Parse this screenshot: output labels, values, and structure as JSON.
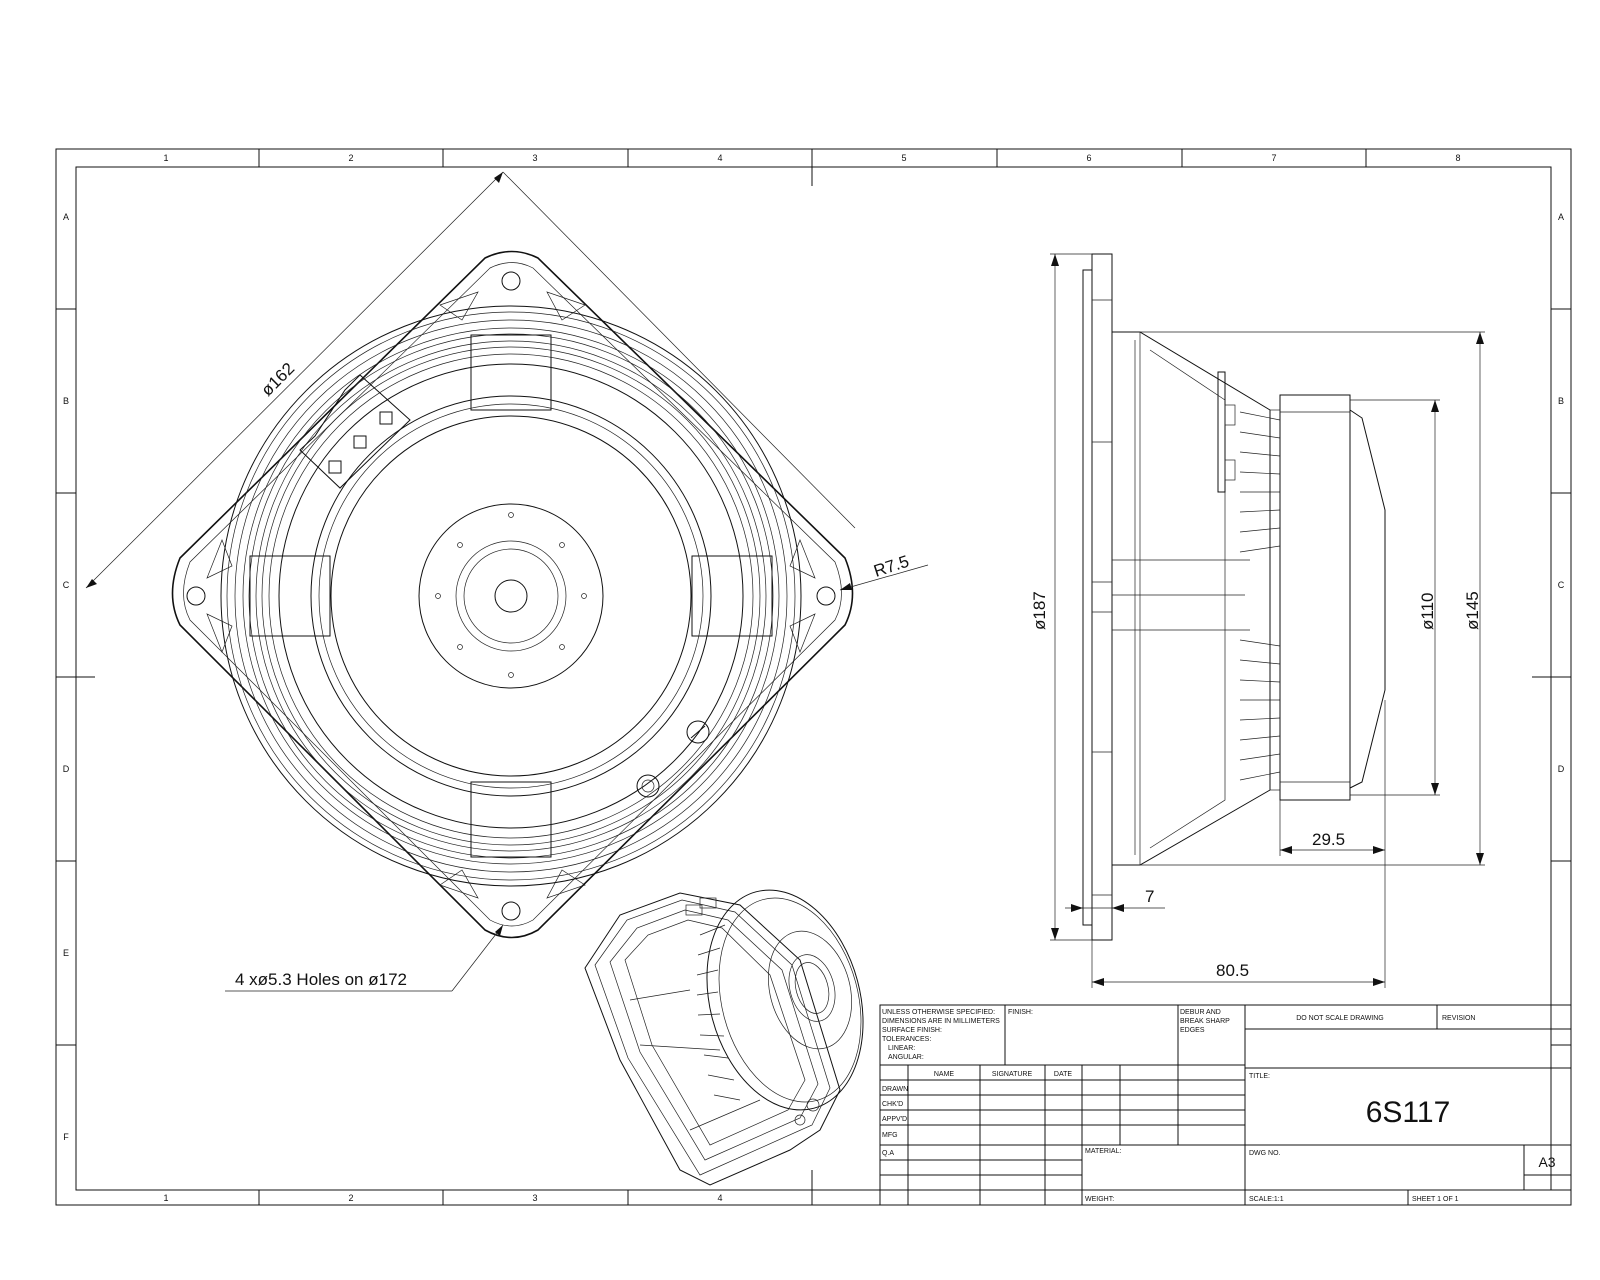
{
  "frame": {
    "columns": [
      "1",
      "2",
      "3",
      "4",
      "5",
      "6",
      "7",
      "8"
    ],
    "rows": [
      "A",
      "B",
      "C",
      "D",
      "E",
      "F"
    ]
  },
  "front_view": {
    "dims": {
      "dia162": "ø162",
      "r75": "R7.5",
      "holes": "4 xø5.3 Holes on ø172"
    }
  },
  "side_view": {
    "dims": {
      "dia187": "ø187",
      "dia110": "ø110",
      "dia145": "ø145",
      "d295": "29.5",
      "d7": "7",
      "d805": "80.5"
    }
  },
  "title_block": {
    "general_notes": [
      "UNLESS OTHERWISE SPECIFIED:",
      "DIMENSIONS ARE IN MILLIMETERS",
      "SURFACE FINISH:",
      "TOLERANCES:",
      "LINEAR:",
      "ANGULAR:"
    ],
    "finish_label": "FINISH:",
    "deburr_note": [
      "DEBUR AND",
      "BREAK SHARP",
      "EDGES"
    ],
    "dont_scale": "DO NOT SCALE DRAWING",
    "revision_label": "REVISION",
    "cols": [
      "NAME",
      "SIGNATURE",
      "DATE"
    ],
    "roles": [
      "DRAWN",
      "CHK'D",
      "APPV'D",
      "MFG",
      "Q.A"
    ],
    "title_label": "TITLE:",
    "title_value": "6S117",
    "material_label": "MATERIAL:",
    "weight_label": "WEIGHT:",
    "dwg_no_label": "DWG NO.",
    "size": "A3",
    "scale": "SCALE:1:1",
    "sheet": "SHEET 1 OF 1"
  }
}
